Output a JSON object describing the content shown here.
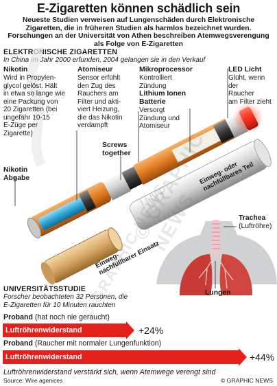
{
  "title": "E-Zigaretten können schädlich sein",
  "intro": "Neueste Studien verweisen auf Lungenschäden durch Elektronische Zigaretten, die in früheren Studien als harmlos bezeichnet wurden. Forschungen an der Universität von Athen beschreiben Atemwegsverengung als Folge von E-Zigaretten",
  "section1": {
    "heading": "Elektronische Zigaretten",
    "note": "In China im Jahr 2000 erfunden, 2004 gelangen sie in den Verkauf"
  },
  "parts": [
    {
      "title": "Nikotin",
      "body": [
        "Wird in Propylen-",
        "glycol gelöst. Hält",
        "in etwa so lange wie",
        "eine Packung von",
        "20 Zigaretten (bei",
        "ungefähr 10-15",
        "E-Züge per",
        "Zigarette)"
      ]
    },
    {
      "title": "Atomiseur",
      "body": [
        "Sensor erfühlt",
        "den Zug des",
        "Rauchers am",
        "Filter und akti-",
        "viert Heizung,",
        "die das Nikotin",
        "verdampft"
      ]
    },
    {
      "title": "Mikroprocessor",
      "body": [
        "Kontrolliert",
        "Zündung"
      ]
    },
    {
      "title": "Lithium Ionen",
      "title2": "Batterie",
      "body": [
        "Versorgt",
        "Zündung und",
        "Atomiseur"
      ]
    },
    {
      "title": "LED Licht",
      "body": [
        "Glüht, wenn der",
        "Raucher",
        "am Filter zieht"
      ]
    }
  ],
  "screws": [
    "Screws",
    "together"
  ],
  "nikotin_abgabe": [
    "Nikotin",
    "Abgabe"
  ],
  "einweg_teil": [
    "Einweg- oder",
    "nachfüllbares Teil"
  ],
  "einweg_einsatz": [
    "Einweg-",
    "nachfüllbarer Einsatz"
  ],
  "trachea": [
    "Trachea",
    "(Luftröhre)"
  ],
  "lungen": "Lungen",
  "section2": {
    "heading": "Universitätsstudie",
    "note": [
      "Forscher beobachteten 32 Personen, die",
      "E-Zigaretten für 10 Minuten rauchten"
    ]
  },
  "rows": [
    {
      "label_bold": "Proband",
      "label_rest": " (hat noch nie geraucht)",
      "bar": "Luftröhrenwiderstand",
      "value": "+24%"
    },
    {
      "label_bold": "Proband",
      "label_rest": " (Raucher mit normaler Lungenfunktion)",
      "bar": "Luftröhrenwiderstand",
      "value": "+44%"
    }
  ],
  "footer": "Luftröhrenwiderstand verstärkt sich, wenn Atemwege verengt sind",
  "source": "Source: Wire agenices",
  "credit": "© GRAPHIC NEWS",
  "watermark": "© GRAPHIC NEWS",
  "colors": {
    "accent_red": "#e2201c",
    "orange": "#e07a1f",
    "battery_blue": "#2ea8d8",
    "silver": "#cfcfcf",
    "lung_red": "#c83a34"
  }
}
